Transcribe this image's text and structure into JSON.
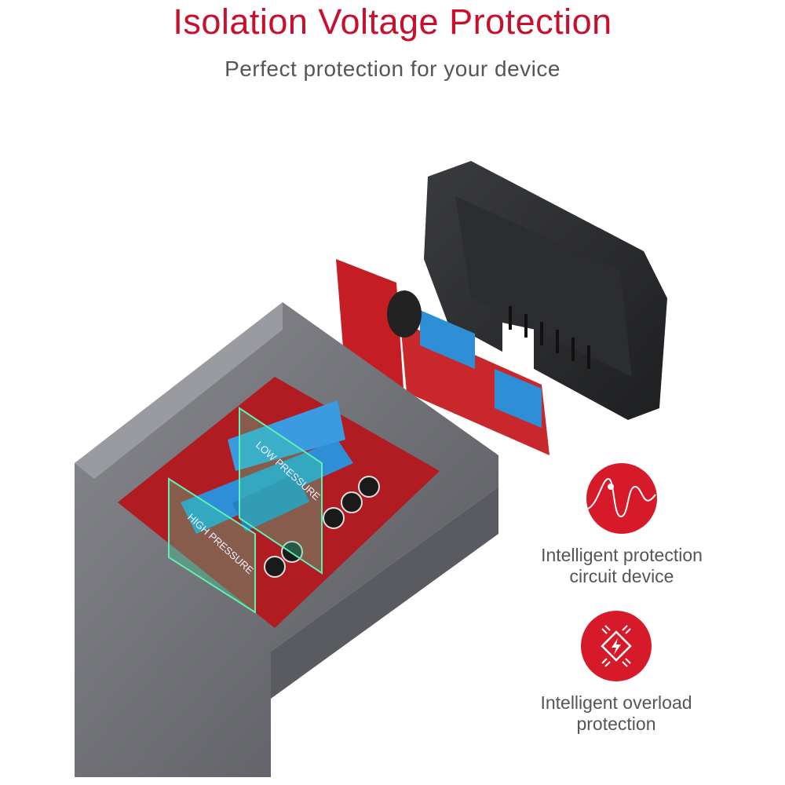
{
  "header": {
    "title": "Isolation Voltage Protection",
    "subtitle": "Perfect protection for your device"
  },
  "illustration": {
    "label_low": "LOW PRESSURE",
    "label_high": "HIGH PRESSURE"
  },
  "features": [
    {
      "icon": "waveform-icon",
      "line1": "Intelligent protection",
      "line2": "circuit device"
    },
    {
      "icon": "chip-bolt-icon",
      "line1": "Intelligent overload",
      "line2": "protection"
    }
  ],
  "colors": {
    "accent": "#d71a2a",
    "title": "#c8102e",
    "pcb": "#c41e24",
    "transformer": "#2f8fd6",
    "housing": "#6e6f74"
  }
}
